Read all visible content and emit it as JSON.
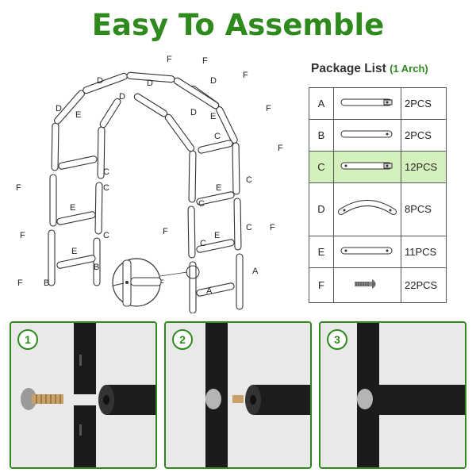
{
  "title": "Easy To Assemble",
  "package": {
    "title": "Package List",
    "subtitle": "(1 Arch)",
    "items": [
      {
        "letter": "A",
        "qty": "2PCS",
        "icon": "straight-bar-a-icon"
      },
      {
        "letter": "B",
        "qty": "2PCS",
        "icon": "straight-bar-b-icon"
      },
      {
        "letter": "C",
        "qty": "12PCS",
        "icon": "connector-bar-c-icon"
      },
      {
        "letter": "D",
        "qty": "8PCS",
        "icon": "curved-bar-d-icon"
      },
      {
        "letter": "E",
        "qty": "11PCS",
        "icon": "crossbar-e-icon"
      },
      {
        "letter": "F",
        "qty": "22PCS",
        "icon": "screw-f-icon"
      }
    ],
    "highlight_color": "#d4f0bd"
  },
  "diagram": {
    "labels": {
      "a": "A",
      "b": "B",
      "c": "C",
      "d": "D",
      "e": "E",
      "f": "F"
    }
  },
  "steps": [
    {
      "number": "1"
    },
    {
      "number": "2"
    },
    {
      "number": "3"
    }
  ],
  "colors": {
    "accent": "#2e8a1c",
    "step_bg": "#e9e9e9",
    "tube": "#1b1b1b"
  }
}
